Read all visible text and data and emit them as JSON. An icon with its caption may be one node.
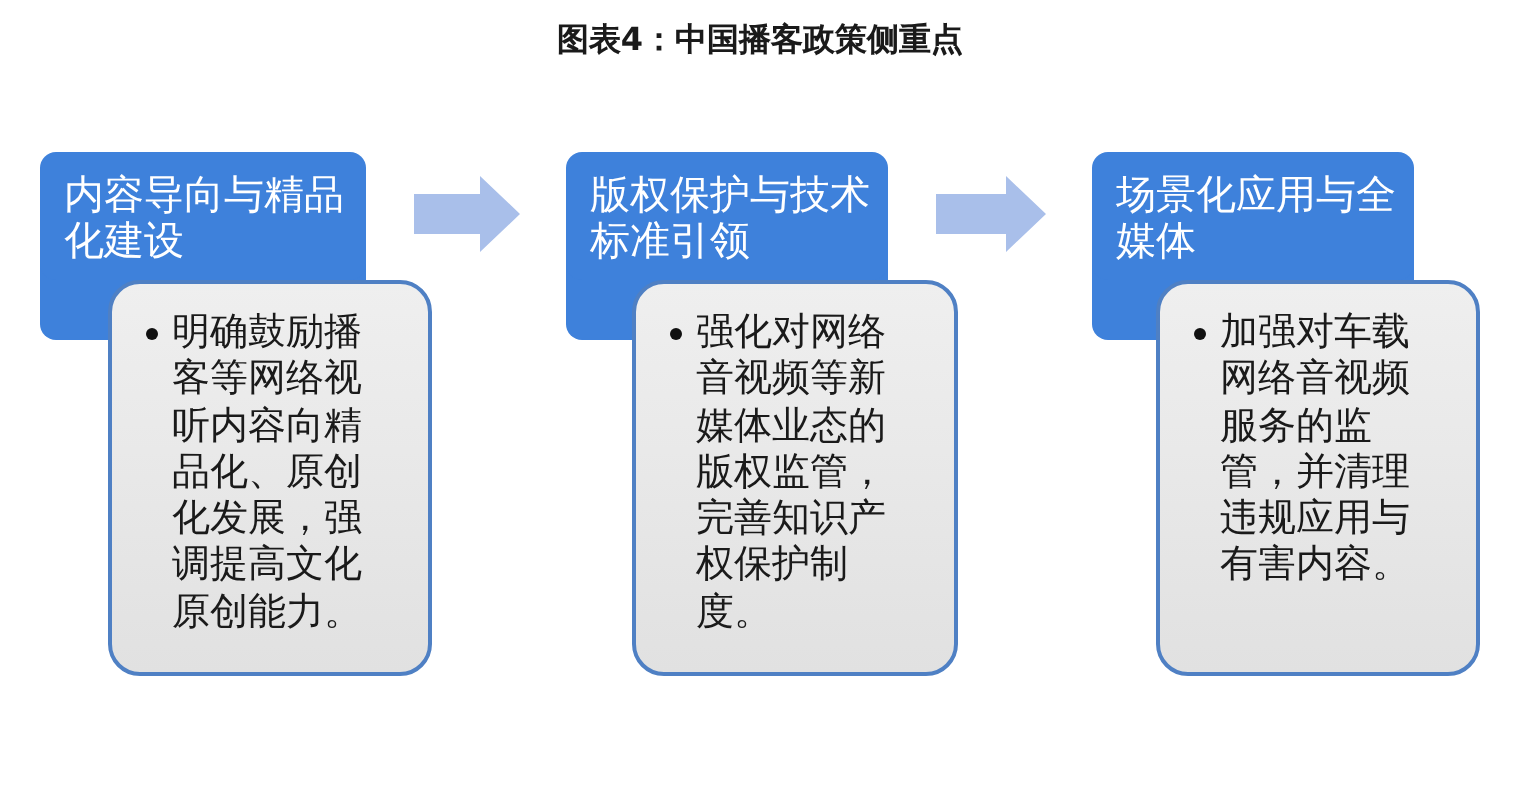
{
  "diagram": {
    "title": "图表4：中国播客政策侧重点",
    "nodes": [
      {
        "text": [
          "内容导向与精品化建设"
        ]
      },
      {
        "text": [
          "明确鼓励播客等网络视听内容向精品化、原创化发展，强调提高文化原创能力。"
        ]
      },
      {
        "text": [
          "版权保护与技术标准引领"
        ]
      },
      {
        "text": [
          "强化对网络音视频等新媒体业态的版权监管，完善知识产权保护制度。"
        ]
      },
      {
        "text": [
          "场景化应用与全媒体"
        ]
      },
      {
        "text": [
          "加强对车载网络音视频服务的监管，并清理违规应用与有害内容。"
        ]
      }
    ],
    "edges": [
      {
        "from": 0,
        "to": 2,
        "arrow": "to"
      },
      {
        "from": 2,
        "to": 4,
        "arrow": "to"
      }
    ]
  }
}
